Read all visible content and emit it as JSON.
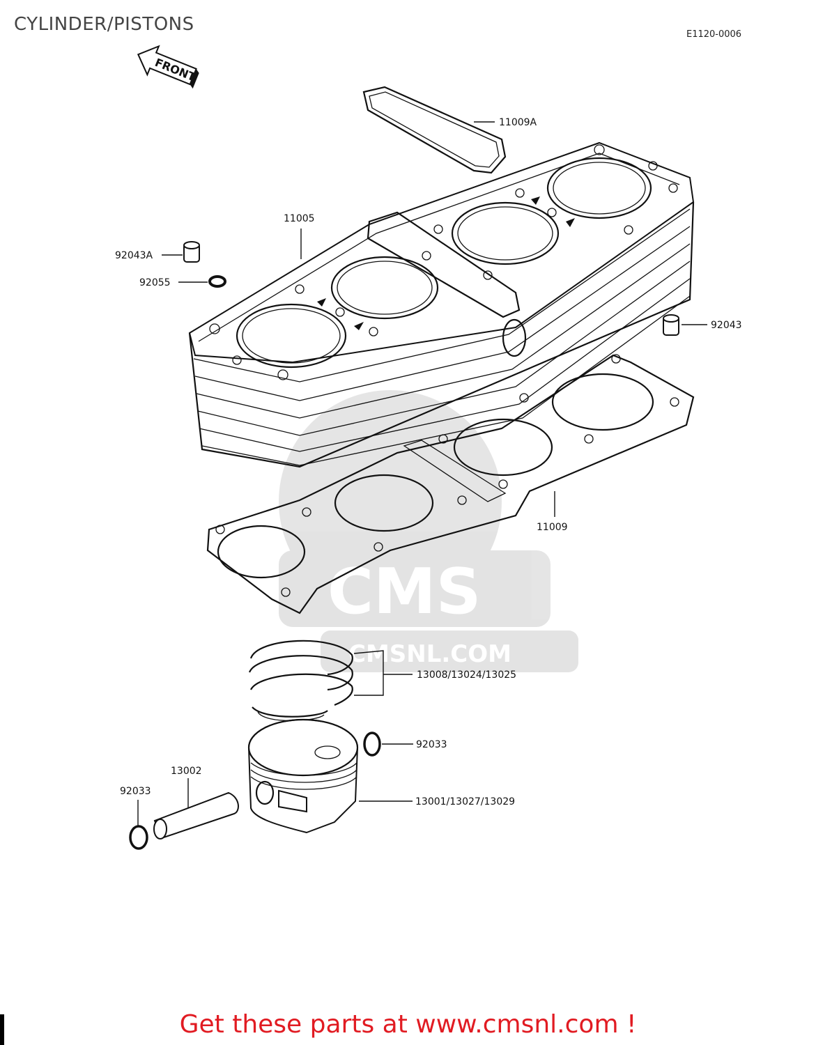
{
  "page": {
    "title": "CYLINDER/PISTONS",
    "diagram_code": "E1120-0006",
    "footer": "Get these parts at www.cmsnl.com !"
  },
  "front_arrow": {
    "label": "FRONT"
  },
  "watermark": {
    "brand": "CMS",
    "site": "CMSNL.COM"
  },
  "callouts": {
    "gasket_head": "11009A",
    "cylinder": "11005",
    "dowel_a": "92043A",
    "o_ring": "92055",
    "dowel": "92043",
    "gasket_base": "11009",
    "ring_set": "13008/13024/13025",
    "circlip_right": "92033",
    "piston_pin": "13002",
    "circlip_left": "92033",
    "piston": "13001/13027/13029"
  }
}
